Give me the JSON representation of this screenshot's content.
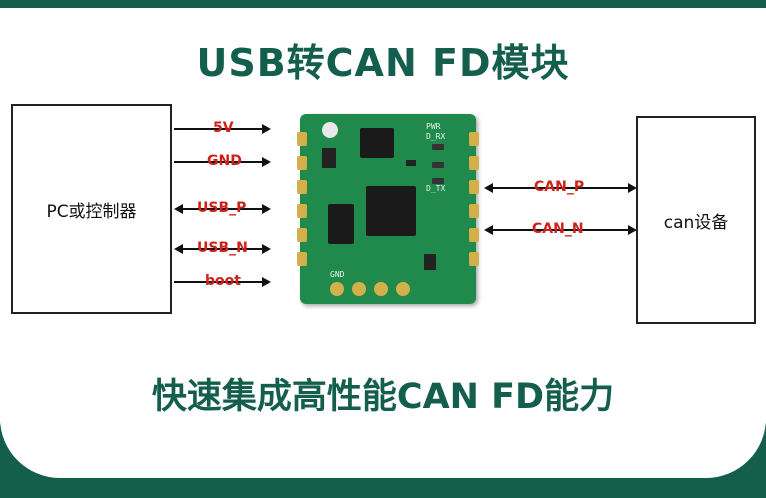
{
  "title": "USB转CAN FD模块",
  "subtitle": "快速集成高性能CAN FD能力",
  "left_box": {
    "label": "PC或控制器"
  },
  "right_box": {
    "label": "can设备"
  },
  "left_signals": [
    {
      "label": "5V",
      "direction": "right"
    },
    {
      "label": "GND",
      "direction": "right"
    },
    {
      "label": "USB_P",
      "direction": "both"
    },
    {
      "label": "USB_N",
      "direction": "both"
    },
    {
      "label": "boot",
      "direction": "right"
    }
  ],
  "right_signals": [
    {
      "label": "CAN_P",
      "direction": "both"
    },
    {
      "label": "CAN_N",
      "direction": "both"
    }
  ],
  "board": {
    "silk_pwr": "PWR",
    "silk_rx": "D_RX",
    "silk_tx": "D_TX",
    "silk_gnd": "GND"
  },
  "colors": {
    "brand_green": "#135e4c",
    "signal_red": "#d0201a",
    "pcb_green": "#1f8a4c",
    "pad_gold": "#d4b04a"
  }
}
